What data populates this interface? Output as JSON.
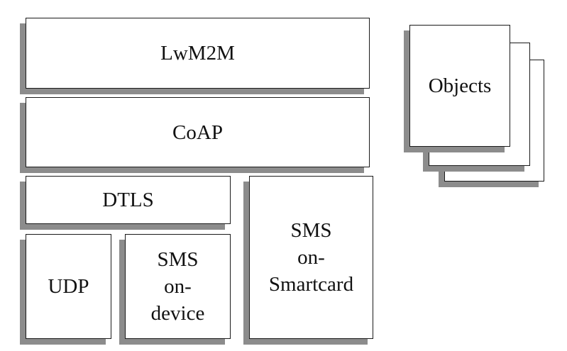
{
  "diagram": {
    "layers": {
      "lwm2m": "LwM2M",
      "coap": "CoAP",
      "dtls": "DTLS",
      "udp": "UDP",
      "sms_on_device": [
        "SMS",
        "on-",
        "device"
      ],
      "sms_on_smartcard": [
        "SMS",
        "on-",
        "Smartcard"
      ]
    },
    "objects": {
      "label": "Objects"
    }
  }
}
